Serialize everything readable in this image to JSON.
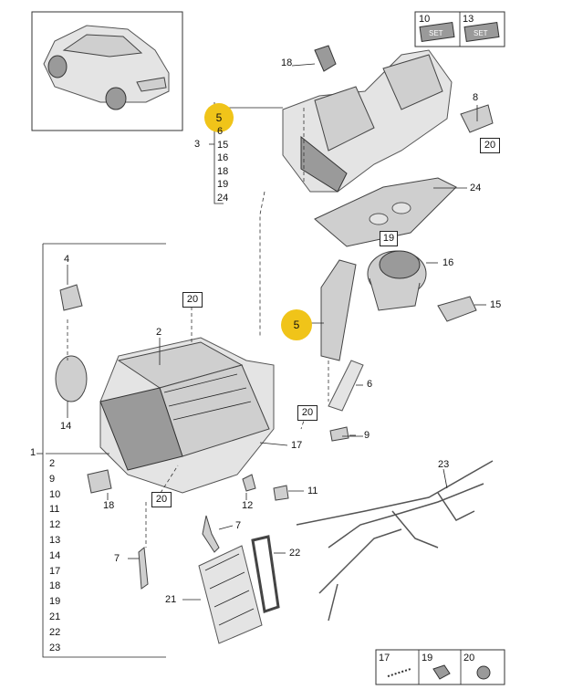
{
  "diagram": {
    "callouts": {
      "c1": "1",
      "c2": "2",
      "c3": "3",
      "c4": "4",
      "c5a": "5",
      "c5b": "5",
      "c6": "6",
      "c6b": "6",
      "c7a": "7",
      "c7b": "7",
      "c8": "8",
      "c9": "9",
      "c11": "11",
      "c12": "12",
      "c14": "14",
      "c15": "15",
      "c16": "16",
      "c17": "17",
      "c18a": "18",
      "c18b": "18",
      "c19box": "19",
      "c20a": "20",
      "c20b": "20",
      "c20c": "20",
      "c20d": "20",
      "c21": "21",
      "c22": "22",
      "c23": "23",
      "c24": "24"
    },
    "group3_items": [
      "5",
      "6",
      "15",
      "16",
      "18",
      "19",
      "24"
    ],
    "group1_items": [
      "2",
      "9",
      "10",
      "11",
      "12",
      "13",
      "14",
      "17",
      "18",
      "19",
      "21",
      "22",
      "23"
    ],
    "top_legend": [
      {
        "num": "10",
        "tag": "SET"
      },
      {
        "num": "13",
        "tag": "SET"
      }
    ],
    "bottom_legend": [
      "17",
      "19",
      "20"
    ]
  },
  "colors": {
    "highlight": "#f0c419"
  }
}
